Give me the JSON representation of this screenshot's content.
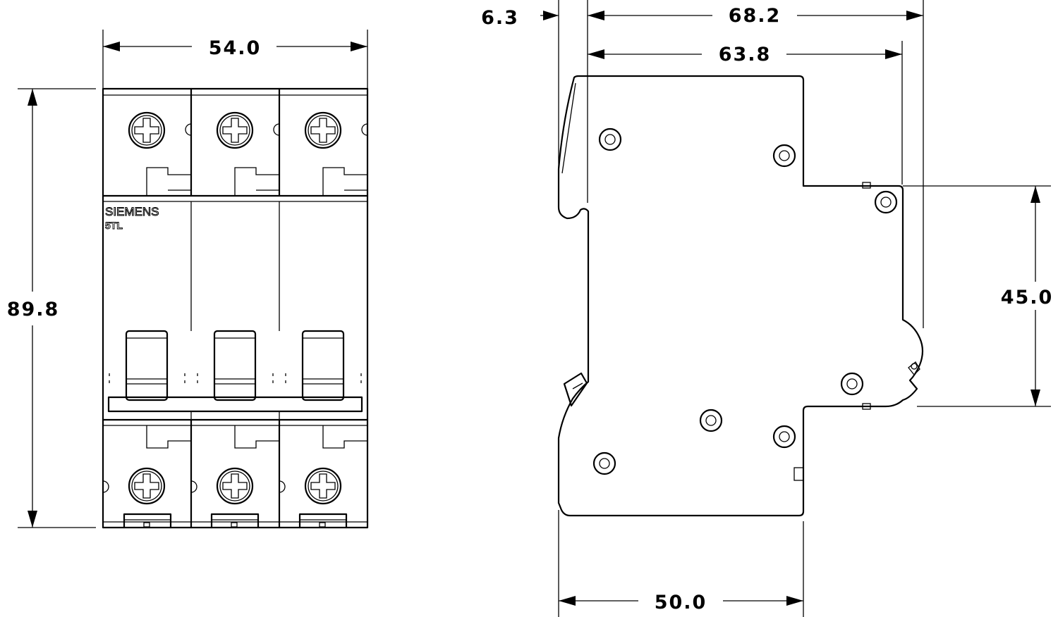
{
  "front_view": {
    "brand": "SIEMENS",
    "model": "5TL",
    "dim_width": "54.0",
    "dim_height": "89.8"
  },
  "side_view": {
    "dim_offset": "6.3",
    "dim_depth_total": "68.2",
    "dim_depth": "63.8",
    "dim_module_height": "45.0",
    "dim_rail_depth": "50.0"
  }
}
